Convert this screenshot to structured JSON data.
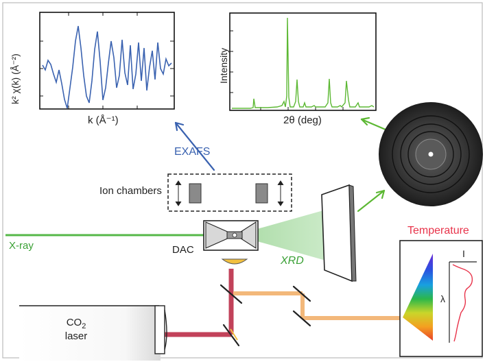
{
  "exafs": {
    "ylabel": "k² χ(k) (Å⁻²)",
    "xlabel": "k (Å⁻¹)",
    "label": "EXAFS",
    "line_color": "#3a62b0"
  },
  "xrd": {
    "ylabel": "Intensity",
    "xlabel": "2θ (deg)",
    "label": "XRD",
    "line_color": "#5cb833"
  },
  "ion_chambers": {
    "label": "Ion chambers"
  },
  "xray": {
    "label": "X-ray",
    "color": "#56b848"
  },
  "dac": {
    "label": "DAC"
  },
  "laser": {
    "label_line1": "CO",
    "label_sub": "2",
    "label_line2": "laser",
    "beam_color": "#c2425a"
  },
  "temperature": {
    "label": "Temperature",
    "color": "#e8334a",
    "axis_label": "λ",
    "intensity_label": "I"
  },
  "colors": {
    "border": "#bbbbbb",
    "thermal_beam": "#f3b87a",
    "detector_ring": "#2c2c2c"
  }
}
